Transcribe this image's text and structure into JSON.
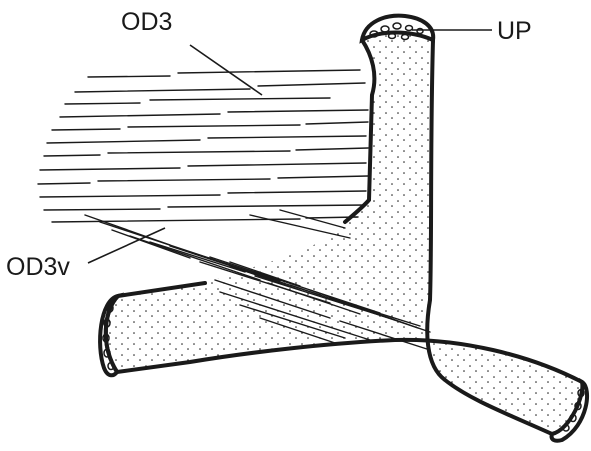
{
  "labels": {
    "od3": "OD3",
    "up": "UP",
    "od3v": "OD3v"
  },
  "colors": {
    "ink": "#1a1a1a",
    "background": "#ffffff"
  }
}
